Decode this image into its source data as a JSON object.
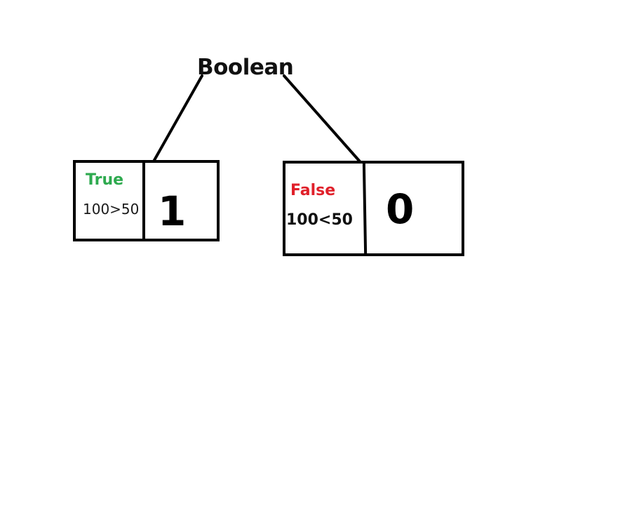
{
  "title": "Boolean",
  "nodes": [
    {
      "label": "True",
      "expression": "100>50",
      "value": "1",
      "label_color": "#2eaa4f"
    },
    {
      "label": "False",
      "expression": "100<50",
      "value": "0",
      "label_color": "#e0202a"
    }
  ],
  "colors": {
    "line": "#000000",
    "background": "#ffffff"
  }
}
